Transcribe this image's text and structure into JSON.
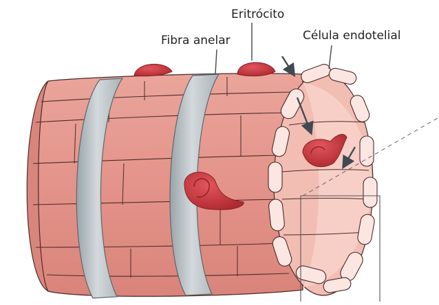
{
  "labels": {
    "erythrocyte": "Eritrócito",
    "annular_fiber": "Fibra anelar",
    "endothelial_cell": "Célula endotelial"
  },
  "colors": {
    "muscle": "#e4938a",
    "muscle_light": "#f0b0a5",
    "muscle_stroke": "#4a2a26",
    "band": "#c4cbcf",
    "band_dark": "#8d979c",
    "cell_fill": "#fbe6e2",
    "lumen": "#f4c6bd",
    "rbc": "#c8323a",
    "rbc_dark": "#8a1e25",
    "arrow": "#3f4a52"
  },
  "icons": [
    "arrow-icon",
    "dashed-line",
    "inset-box"
  ]
}
